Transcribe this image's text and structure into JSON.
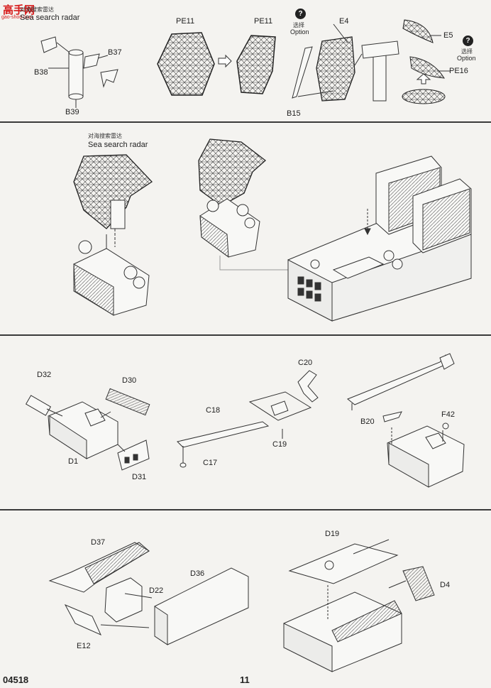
{
  "watermark": {
    "brand": "高手网",
    "url": "gao-shou.com"
  },
  "footer": {
    "product_code": "04518",
    "page_number": "11"
  },
  "panel1": {
    "radar_cn": "对海搜索雷达",
    "radar_en": "Sea search radar",
    "parts": {
      "b38": "B38",
      "b39": "B39",
      "b37": "B37",
      "pe11_a": "PE11",
      "pe11_b": "PE11",
      "e4": "E4",
      "e5": "E5",
      "pe16": "PE16",
      "b15": "B15"
    },
    "option_a": {
      "cn": "选择",
      "en": "Option",
      "mark": "?"
    },
    "option_b": {
      "cn": "选择",
      "en": "Option",
      "mark": "?"
    }
  },
  "panel2": {
    "radar_cn": "对海搜索雷达",
    "radar_en": "Sea search radar"
  },
  "panel3": {
    "parts": {
      "d32": "D32",
      "d30": "D30",
      "d1": "D1",
      "d31": "D31",
      "c20": "C20",
      "c18": "C18",
      "c19": "C19",
      "c17": "C17",
      "b20": "B20",
      "f42": "F42"
    }
  },
  "panel4": {
    "parts": {
      "d37": "D37",
      "d22": "D22",
      "d36": "D36",
      "e12": "E12",
      "d19": "D19",
      "d4": "D4"
    }
  }
}
